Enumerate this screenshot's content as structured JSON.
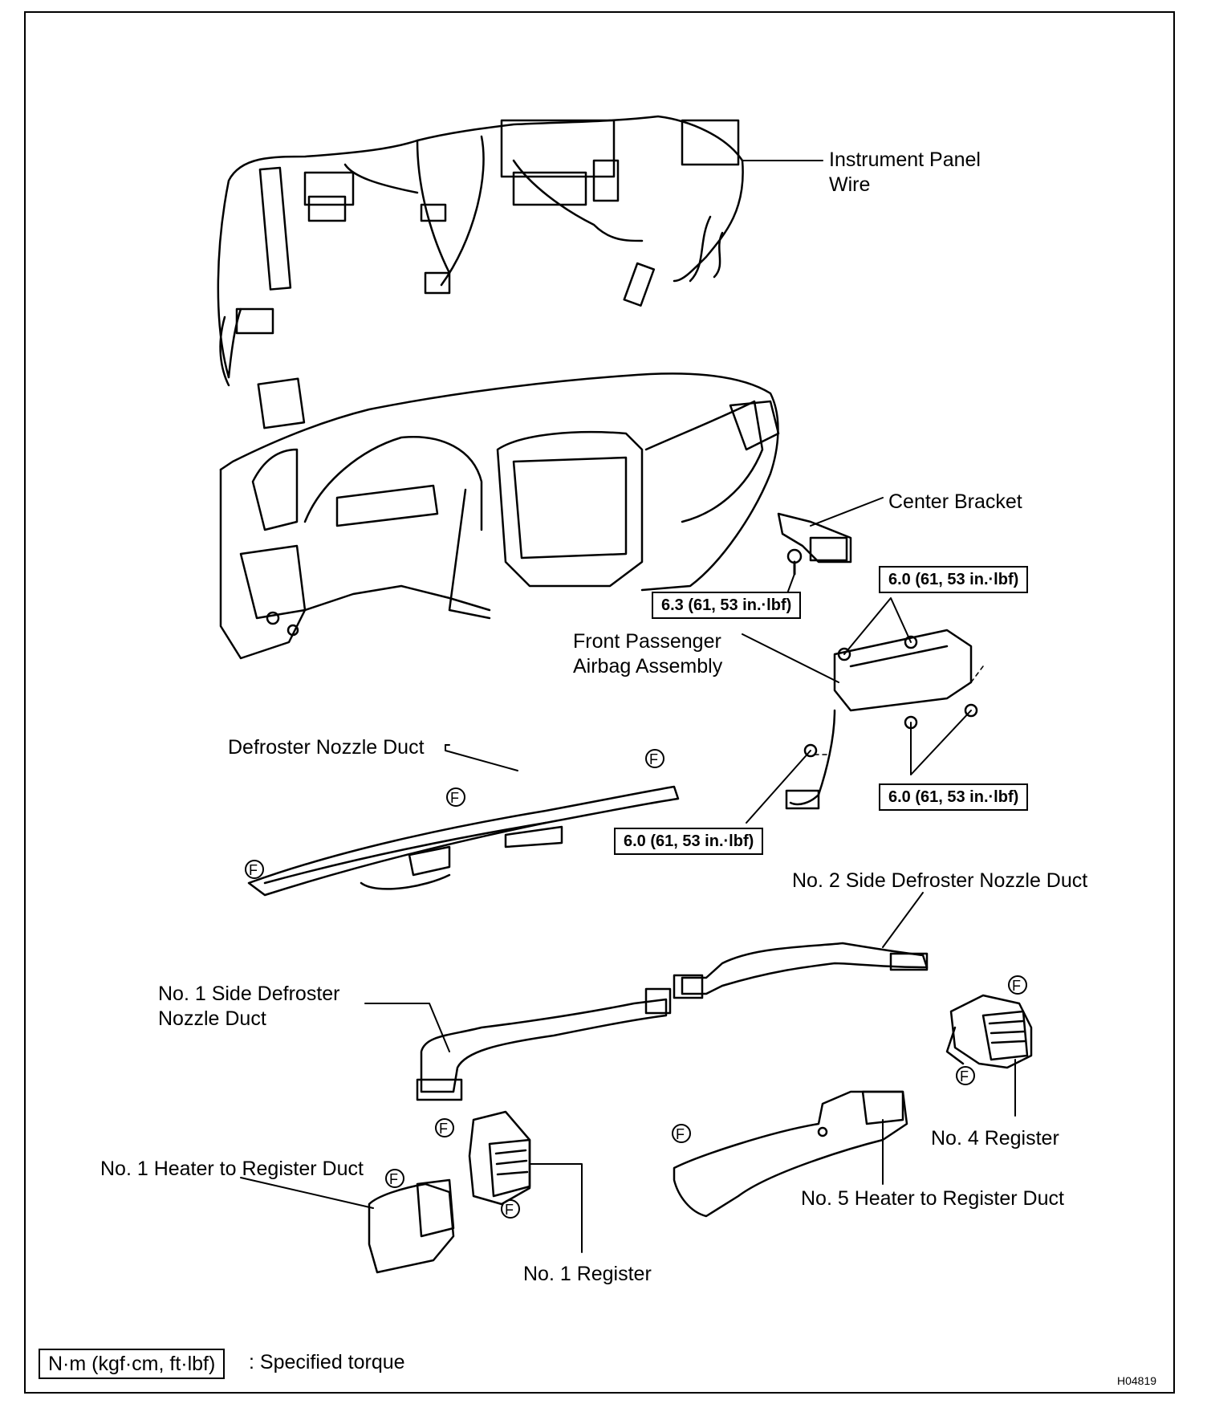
{
  "labels": {
    "instrument_panel_wire": "Instrument Panel Wire",
    "center_bracket": "Center Bracket",
    "front_passenger_airbag": "Front Passenger Airbag Assembly",
    "defroster_nozzle_duct": "Defroster Nozzle Duct",
    "no2_side_defroster": "No. 2 Side Defroster Nozzle Duct",
    "no1_side_defroster": "No. 1 Side Defroster Nozzle Duct",
    "no4_register": "No. 4 Register",
    "no1_heater_duct": "No. 1 Heater to Register Duct",
    "no1_register": "No. 1 Register",
    "no5_heater_duct": "No. 5 Heater to Register Duct"
  },
  "torques": {
    "center_bracket_bolt": "6.3 (61, 53 in.·lbf)",
    "airbag_upper": "6.0 (61, 53 in.·lbf)",
    "airbag_lower": "6.0 (61, 53 in.·lbf)",
    "airbag_left": "6.0 (61, 53 in.·lbf)"
  },
  "clip_mark": "F",
  "legend": {
    "unit_box": "N·m (kgf·cm, ft·lbf)",
    "description": ": Specified torque"
  },
  "figure_code": "H04819"
}
